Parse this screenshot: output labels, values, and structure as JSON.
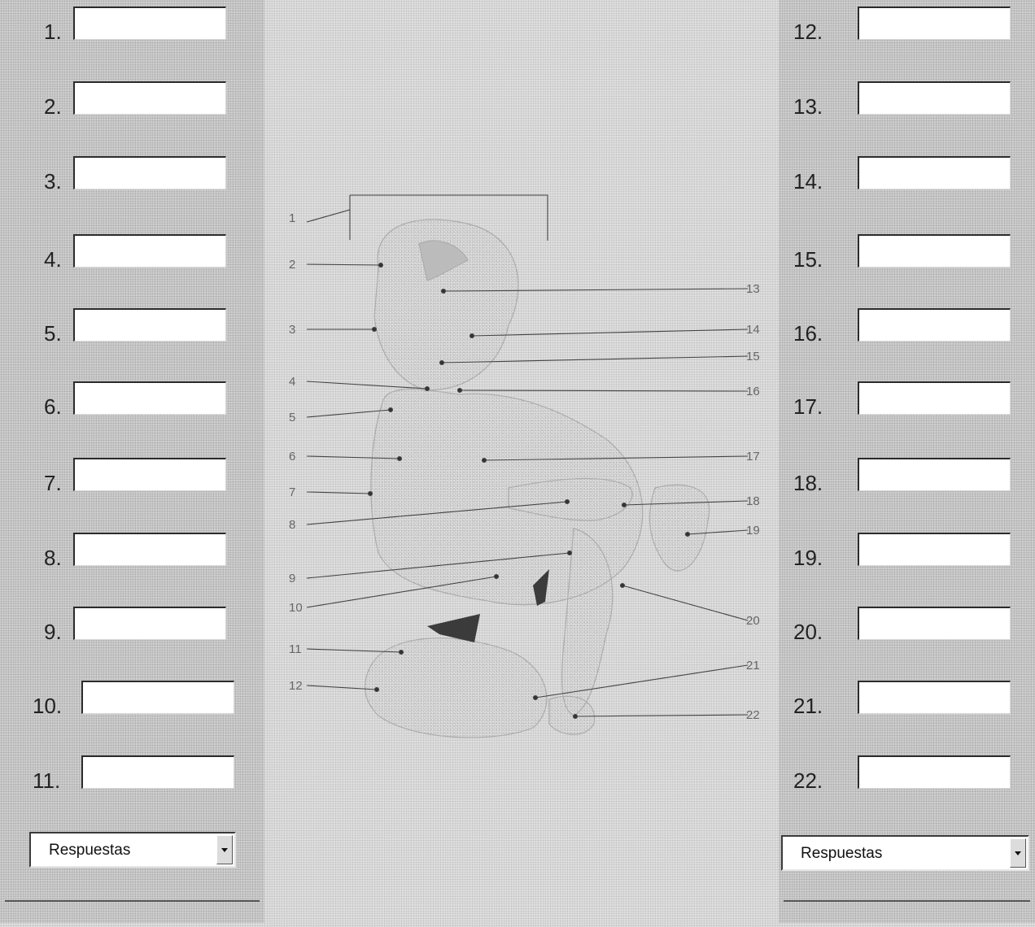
{
  "left_labels": [
    "1.",
    "2.",
    "3.",
    "4.",
    "5.",
    "6.",
    "7.",
    "8.",
    "9.",
    "10.",
    "11."
  ],
  "right_labels": [
    "12.",
    "13.",
    "14.",
    "15.",
    "16.",
    "17.",
    "18.",
    "19.",
    "20.",
    "21.",
    "22."
  ],
  "left_dropdown": {
    "selected": "Respuestas"
  },
  "right_dropdown": {
    "selected": "Respuestas"
  },
  "diagram": {
    "callout_numbers": [
      "1",
      "2",
      "3",
      "4",
      "5",
      "6",
      "7",
      "8",
      "9",
      "10",
      "11",
      "12",
      "13",
      "14",
      "15",
      "16",
      "17",
      "18",
      "19",
      "20",
      "21",
      "22"
    ]
  }
}
